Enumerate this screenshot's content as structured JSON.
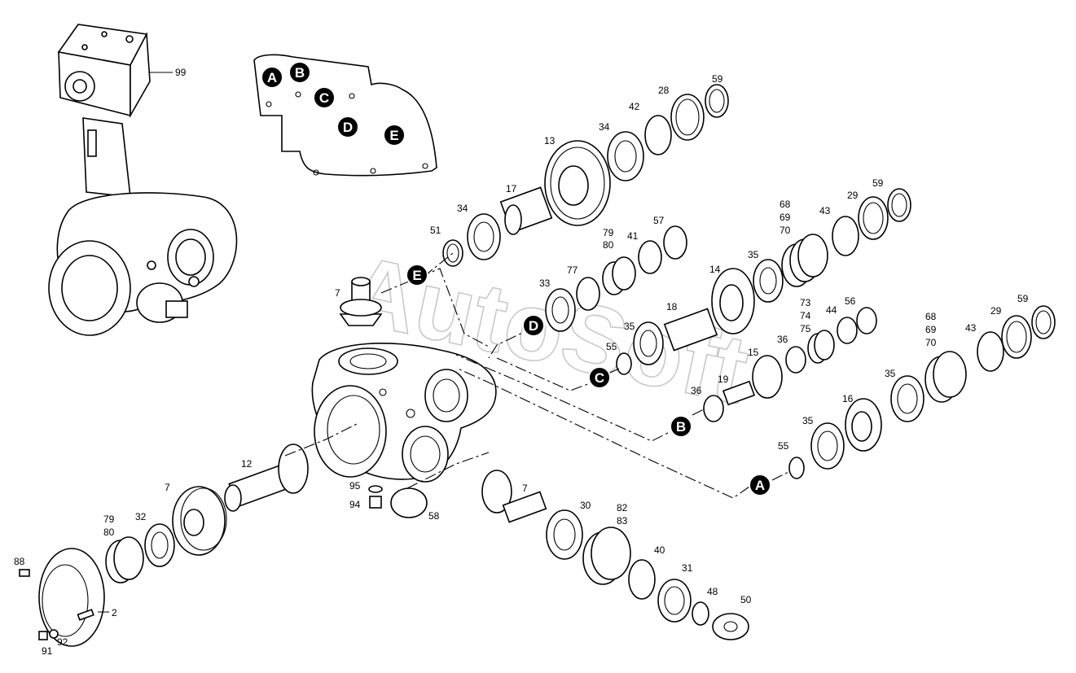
{
  "watermark": "AutoSoft",
  "markers": [
    "A",
    "B",
    "C",
    "D",
    "E"
  ],
  "part_labels": {
    "l99": "99",
    "l59a": "59",
    "l28": "28",
    "l42": "42",
    "l34a": "34",
    "l13": "13",
    "l17": "17",
    "l34b": "34",
    "l51": "51",
    "l68a": "68",
    "l69a": "69",
    "l70a": "70",
    "l43a": "43",
    "l29a": "29",
    "l59b": "59",
    "l79a": "79",
    "l80a": "80",
    "l41": "41",
    "l57": "57",
    "l77": "77",
    "l33": "33",
    "l35a": "35",
    "l14": "14",
    "l18": "18",
    "l7a": "7",
    "l35b": "35",
    "l55a": "55",
    "l73": "73",
    "l74": "74",
    "l75": "75",
    "l44": "44",
    "l56": "56",
    "l36a": "36",
    "l15": "15",
    "l19": "19",
    "l36b": "36",
    "l68b": "68",
    "l69b": "69",
    "l70b": "70",
    "l29b": "29",
    "l59c": "59",
    "l43b": "43",
    "l35c": "35",
    "l16": "16",
    "l35d": "35",
    "l55b": "55",
    "l12": "12",
    "l7b": "7",
    "l95": "95",
    "l94": "94",
    "l58": "58",
    "l7c": "7",
    "l79b": "79",
    "l80b": "80",
    "l32": "32",
    "l30": "30",
    "l82": "82",
    "l83": "83",
    "l88": "88",
    "l40": "40",
    "l31": "31",
    "l2": "2",
    "l48": "48",
    "l50": "50",
    "l91": "91",
    "l92": "92"
  }
}
